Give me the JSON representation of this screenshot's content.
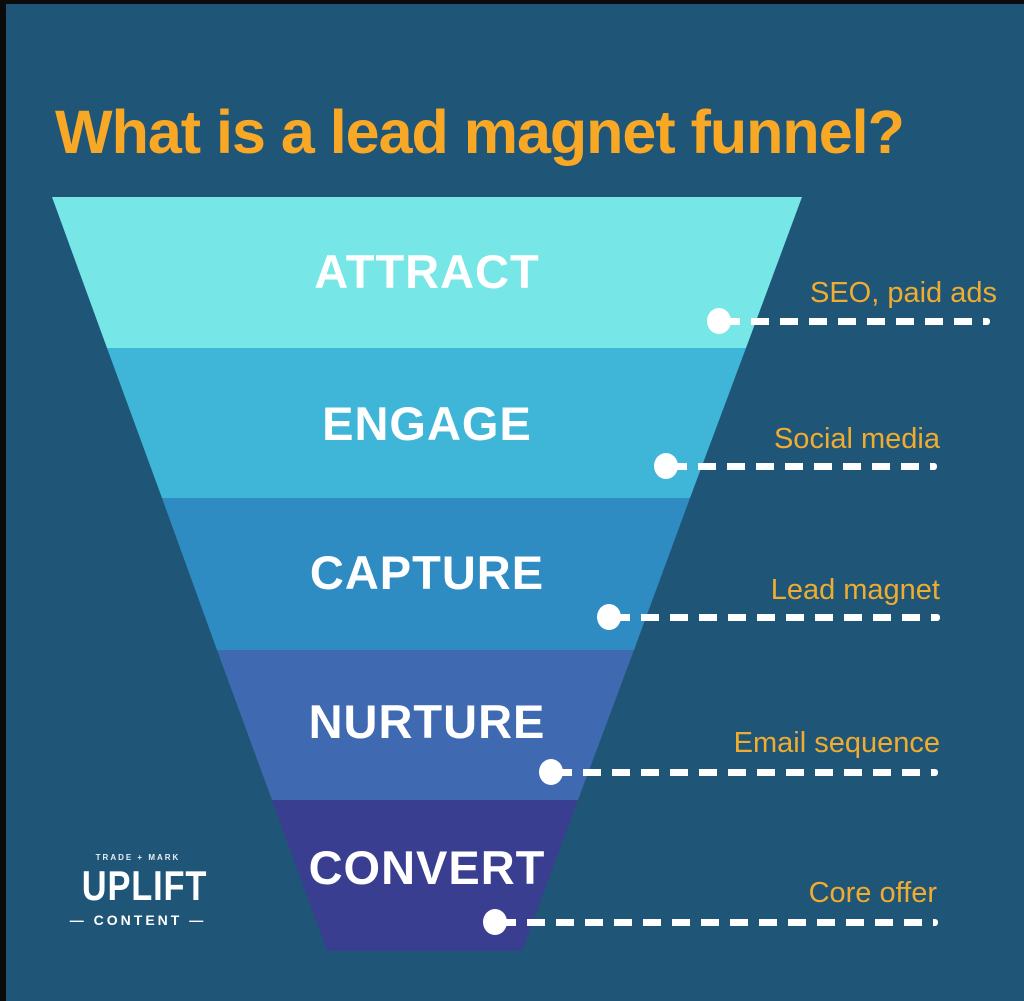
{
  "page": {
    "title": "What is a lead magnet funnel?"
  },
  "colors": {
    "background": "#1f5577",
    "frame": "#0b0b0b",
    "title_text": "#f9a826",
    "annotation_text": "#efac30",
    "stage_text": "#ffffff",
    "leader_line": "#ffffff"
  },
  "funnel": {
    "type": "funnel",
    "stages": [
      {
        "label": "ATTRACT",
        "color": "#77e6e6",
        "annotation": "SEO, paid ads"
      },
      {
        "label": "ENGAGE",
        "color": "#3fb5d8",
        "annotation": "Social media"
      },
      {
        "label": "CAPTURE",
        "color": "#2e8cc2",
        "annotation": "Lead magnet"
      },
      {
        "label": "NURTURE",
        "color": "#3f69b0",
        "annotation": "Email sequence"
      },
      {
        "label": "CONVERT",
        "color": "#3a3e90",
        "annotation": "Core offer"
      }
    ]
  },
  "logo": {
    "trademark": "TRADE + MARK",
    "name": "UPLIFT",
    "subtitle": "— CONTENT —"
  }
}
